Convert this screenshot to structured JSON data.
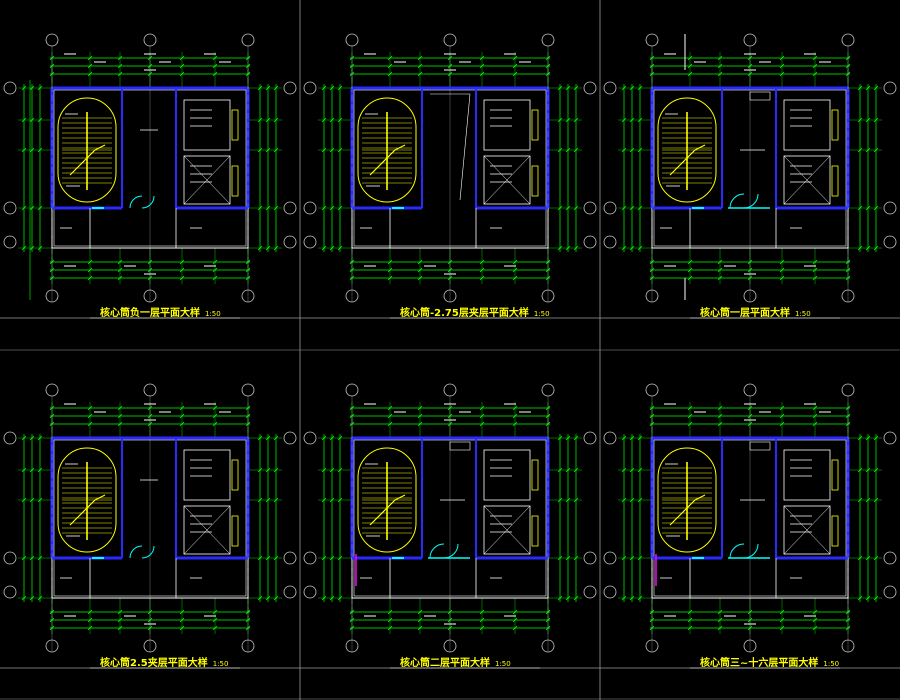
{
  "colors": {
    "background": "#000000",
    "wall": "#2a2aff",
    "dimension": "#00ff00",
    "stair": "#ffff00",
    "grid_axis": "#c8c8c8",
    "annotation": "#ffffff",
    "door": "#00ffff",
    "accent": "#ff00ff"
  },
  "panels": [
    {
      "title": "核心筒负一层平面大样",
      "scale": "1:50",
      "variant": "stair-elevator"
    },
    {
      "title": "核心筒-2.75层夹层平面大样",
      "scale": "1:50",
      "variant": "stair-elevator-open"
    },
    {
      "title": "核心筒一层平面大样",
      "scale": "1:50",
      "variant": "stair-elevator-lobby"
    },
    {
      "title": "核心筒2.5夹层平面大样",
      "scale": "1:50",
      "variant": "stair-elevator"
    },
    {
      "title": "核心筒二层平面大样",
      "scale": "1:50",
      "variant": "stair-elevator-lobby"
    },
    {
      "title": "核心筒三~十六层平面大样",
      "scale": "1:50",
      "variant": "stair-elevator-lobby"
    }
  ]
}
